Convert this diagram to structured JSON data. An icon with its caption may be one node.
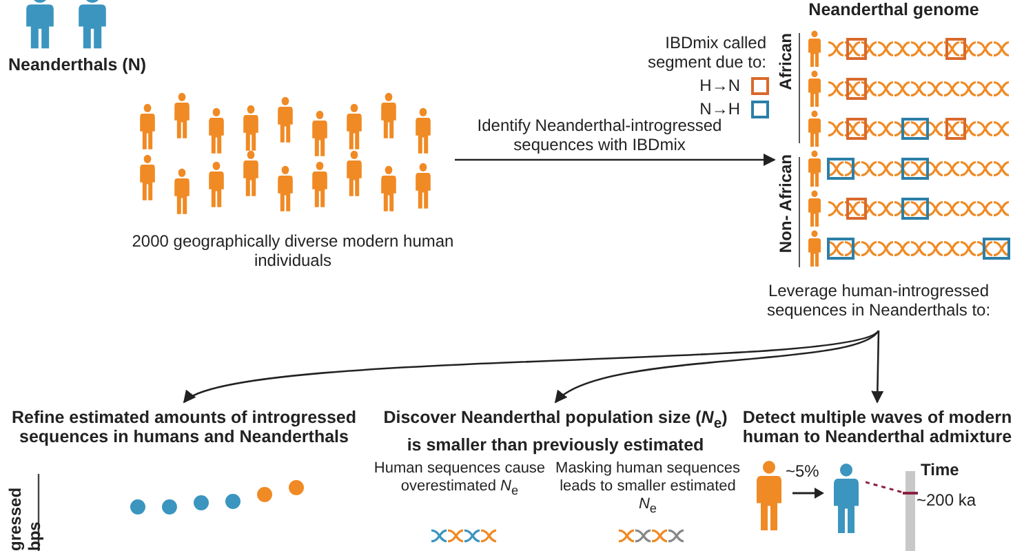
{
  "diagram": {
    "nodes": [
      {
        "text": [
          "Neanderthals (N)"
        ]
      },
      {
        "text": [
          "2000 geographically diverse modern human individuals"
        ]
      },
      {
        "text": [
          "Neanderthal genome"
        ]
      },
      {
        "text": [
          "Leverage human-introgressed sequences in Neanderthals to:"
        ]
      },
      {
        "text": [
          "Refine estimated amounts of introgressed sequences in humans and Neanderthals"
        ]
      },
      {
        "text": [
          "Discover Neanderthal population size (*N*$_{e}$) is smaller than previously estimated"
        ]
      },
      {
        "text": [
          "Detect multiple waves of modern human to Neanderthal admixture"
        ]
      }
    ],
    "edges": [
      {
        "from": 1,
        "to": 2,
        "arrow": "to",
        "label": "Identify Neanderthal-introgressed sequences with IBDmix"
      },
      {
        "from": 3,
        "to": 4,
        "arrow": "to"
      },
      {
        "from": 3,
        "to": 5,
        "arrow": "to"
      },
      {
        "from": 3,
        "to": 6,
        "arrow": "to"
      }
    ],
    "labels": [
      "IBDmix called segment due to:",
      "African",
      "Non- African",
      "gressed bps",
      "Human sequences cause overestimated *N*$_{e}$",
      "Masking human sequences leads to smaller estimated *N*$_{e}$",
      "~5%",
      "Time",
      "~200 ka"
    ],
    "legend": [
      {
        "text": "H→N",
        "color": "#d9692b"
      },
      {
        "text": "N→H",
        "color": "#2a7fa8"
      }
    ]
  }
}
